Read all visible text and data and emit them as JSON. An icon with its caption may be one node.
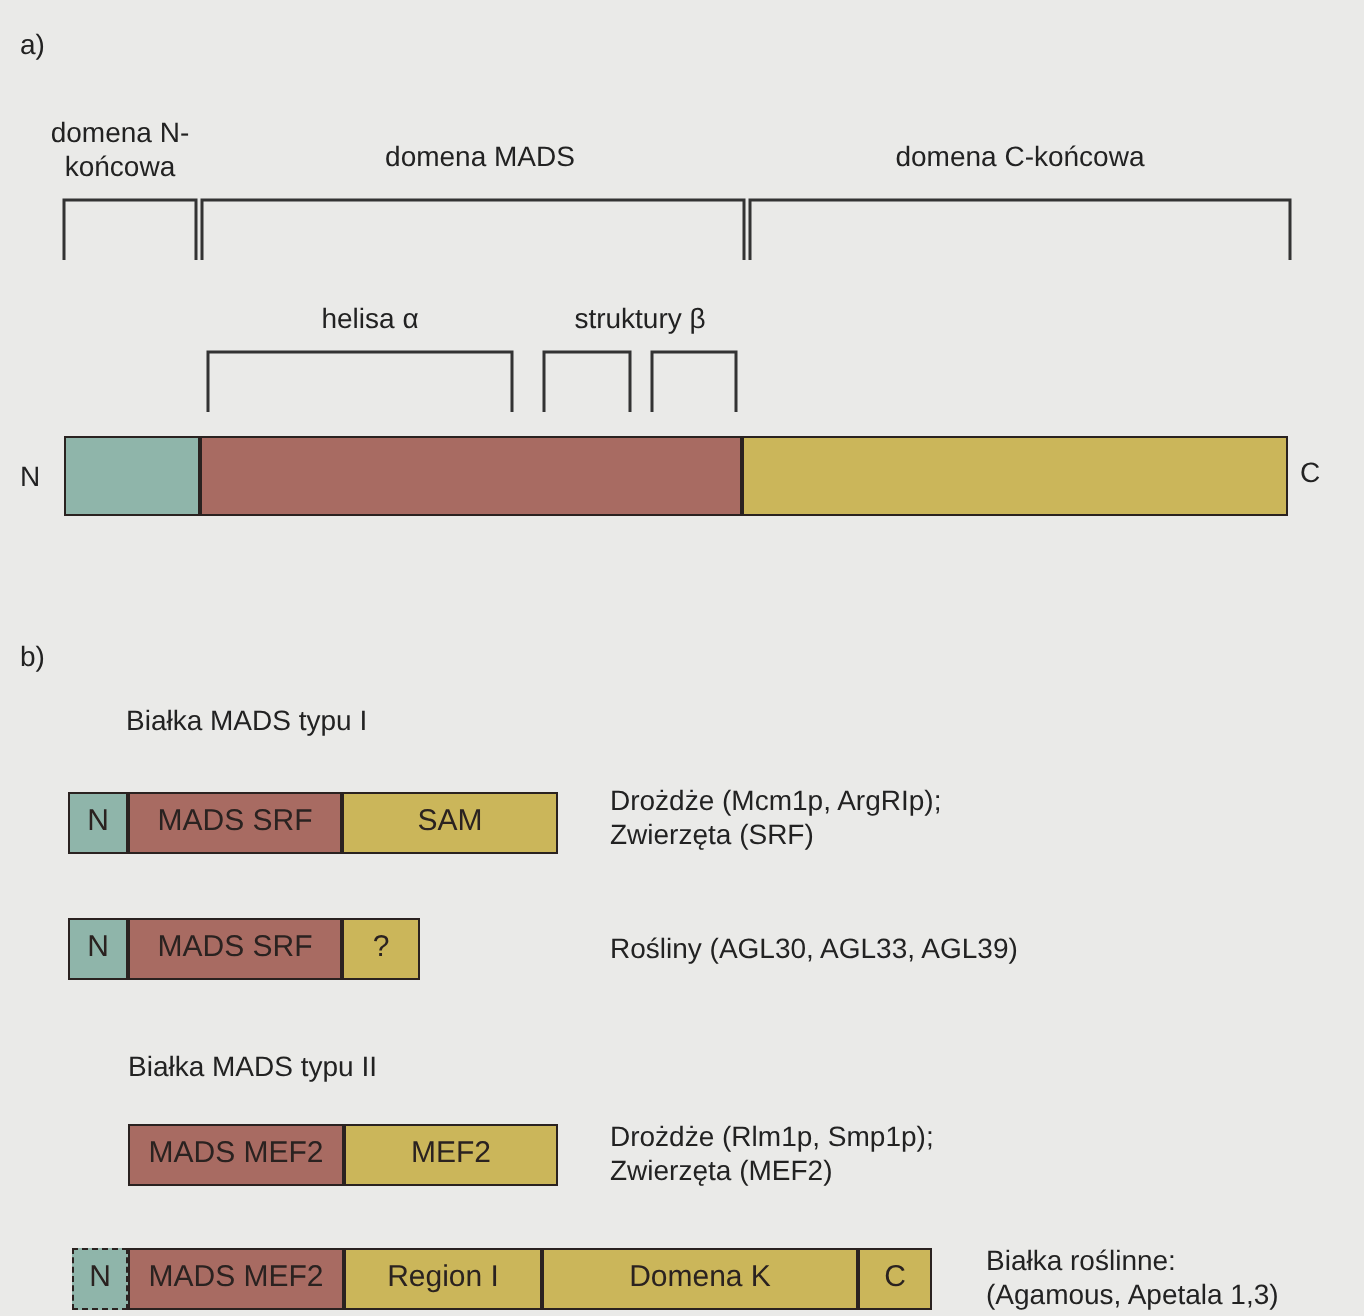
{
  "diagram": {
    "nodes": [
      {
        "text": [],
        "shape": "bar"
      },
      {
        "text": [],
        "shape": "bar"
      },
      {
        "text": [],
        "shape": "bar"
      },
      {
        "text": [
          "N"
        ]
      },
      {
        "text": [
          "MADS SRF"
        ]
      },
      {
        "text": [
          "SAM"
        ]
      },
      {
        "text": [
          "N"
        ]
      },
      {
        "text": [
          "MADS SRF"
        ]
      },
      {
        "text": [
          "?"
        ]
      },
      {
        "text": [
          "MADS MEF2"
        ]
      },
      {
        "text": [
          "MEF2"
        ]
      },
      {
        "text": [
          "N"
        ]
      },
      {
        "text": [
          "MADS MEF2"
        ]
      },
      {
        "text": [
          "Region I"
        ]
      },
      {
        "text": [
          "Domena K"
        ]
      },
      {
        "text": [
          "C"
        ]
      }
    ],
    "labels": [
      "a)",
      "domena N-końcowa",
      "domena MADS",
      "domena C-końcowa",
      "helisa α",
      "struktury β",
      "N",
      "C",
      "b)",
      "Białka MADS typu I",
      "Drożdże (Mcm1p, ArgRIp); Zwierzęta (SRF)",
      "Rośliny (AGL30, AGL33, AGL39)",
      "Białka MADS typu II",
      "Drożdże (Rlm1p, Smp1p); Zwierzęta (MEF2)",
      "Białka roślinne: (Agamous, Apetala 1,3)"
    ]
  }
}
